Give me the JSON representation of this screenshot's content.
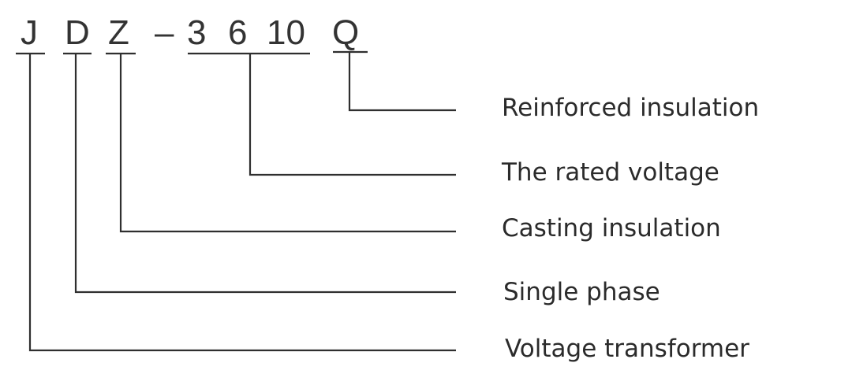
{
  "model_code": {
    "parts": [
      {
        "id": "J",
        "text": "J"
      },
      {
        "id": "D",
        "text": "D"
      },
      {
        "id": "Z",
        "text": "Z"
      },
      {
        "id": "dash",
        "text": "–"
      },
      {
        "id": "3",
        "text": "3"
      },
      {
        "id": "6",
        "text": "6"
      },
      {
        "id": "10",
        "text": "10"
      },
      {
        "id": "Q",
        "text": "Q"
      }
    ]
  },
  "labels": {
    "reinforced": "Reinforced insulation",
    "rated_voltage": "The rated voltage",
    "casting": "Casting insulation",
    "single_phase": "Single phase",
    "voltage_transformer": "Voltage transformer"
  },
  "colors": {
    "line": "#2f2f2f",
    "text": "#2b2b2b"
  }
}
